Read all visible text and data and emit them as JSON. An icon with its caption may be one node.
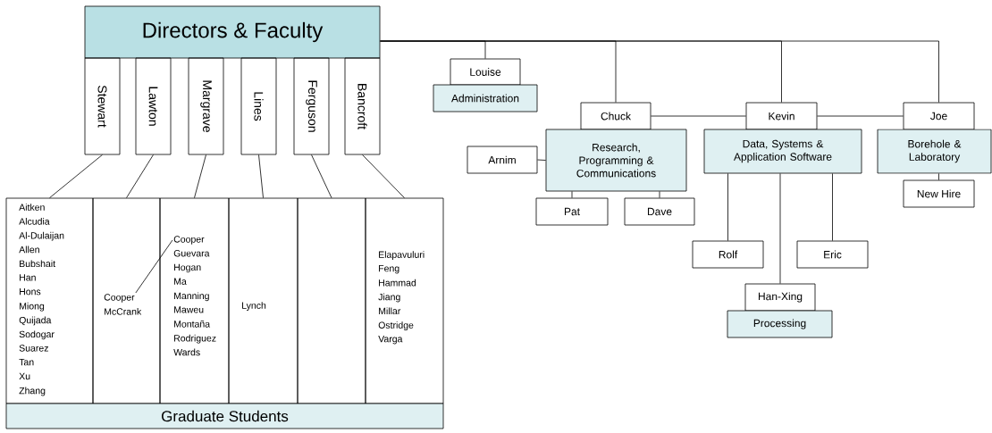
{
  "diagram": {
    "nodes": [
      {
        "text": [
          "Directors & Faculty"
        ]
      },
      {
        "text": [
          "Stewart"
        ]
      },
      {
        "text": [
          "Lawton"
        ]
      },
      {
        "text": [
          "Margrave"
        ]
      },
      {
        "text": [
          "Lines"
        ]
      },
      {
        "text": [
          "Ferguson"
        ]
      },
      {
        "text": [
          "Bancroft"
        ]
      },
      {
        "text": [
          "Aitken",
          "Alcudia",
          "Al-Dulaijan",
          "Allen",
          "Bubshait",
          "Han",
          "Hons",
          "Miong",
          "Quijada",
          "Sodogar",
          "Suarez",
          "Tan",
          "Xu",
          "Zhang"
        ]
      },
      {
        "text": [
          "Cooper",
          "McCrank"
        ]
      },
      {
        "text": [
          "Cooper",
          "Guevara",
          "Hogan",
          "Ma",
          "Manning",
          "Maweu",
          "Montaña",
          "Rodriguez",
          "Wards"
        ]
      },
      {
        "text": [
          "Lynch"
        ]
      },
      {
        "text": [],
        "shape": "box"
      },
      {
        "text": [
          "Elapavuluri",
          "Feng",
          "Hammad",
          "Jiang",
          "Millar",
          "Ostridge",
          "Varga"
        ]
      },
      {
        "text": [
          "Graduate Students"
        ]
      },
      {
        "text": [
          "Louise"
        ]
      },
      {
        "text": [
          "Administration"
        ]
      },
      {
        "text": [
          "Chuck"
        ]
      },
      {
        "text": [
          "Research, Programming & Communications"
        ]
      },
      {
        "text": [
          "Arnim"
        ]
      },
      {
        "text": [
          "Pat"
        ]
      },
      {
        "text": [
          "Dave"
        ]
      },
      {
        "text": [
          "Kevin"
        ]
      },
      {
        "text": [
          "Data, Systems & Application Software"
        ]
      },
      {
        "text": [
          "Joe"
        ]
      },
      {
        "text": [
          "Borehole & Laboratory"
        ]
      },
      {
        "text": [
          "New Hire"
        ]
      },
      {
        "text": [
          "Rolf"
        ]
      },
      {
        "text": [
          "Eric"
        ]
      },
      {
        "text": [
          "Han-Xing"
        ]
      },
      {
        "text": [
          "Processing"
        ]
      }
    ],
    "edges": [
      {
        "from": 1,
        "to": 7,
        "arrow": "none"
      },
      {
        "from": 2,
        "to": 8,
        "arrow": "none"
      },
      {
        "from": 3,
        "to": 9,
        "arrow": "none"
      },
      {
        "from": 4,
        "to": 10,
        "arrow": "none"
      },
      {
        "from": 5,
        "to": 11,
        "arrow": "none"
      },
      {
        "from": 6,
        "to": 12,
        "arrow": "none"
      },
      {
        "from": 8,
        "to": 9,
        "arrow": "none"
      },
      {
        "from": 0,
        "to": 14,
        "arrow": "none"
      },
      {
        "from": 0,
        "to": 16,
        "arrow": "none"
      },
      {
        "from": 0,
        "to": 21,
        "arrow": "none"
      },
      {
        "from": 0,
        "to": 23,
        "arrow": "none"
      },
      {
        "from": 16,
        "to": 21,
        "arrow": "none"
      },
      {
        "from": 21,
        "to": 23,
        "arrow": "none"
      },
      {
        "from": 18,
        "to": 17,
        "arrow": "none"
      },
      {
        "from": 17,
        "to": 19,
        "arrow": "none"
      },
      {
        "from": 17,
        "to": 20,
        "arrow": "none"
      },
      {
        "from": 24,
        "to": 25,
        "arrow": "none"
      },
      {
        "from": 22,
        "to": 26,
        "arrow": "none"
      },
      {
        "from": 22,
        "to": 28,
        "arrow": "none"
      },
      {
        "from": 22,
        "to": 27,
        "arrow": "none"
      }
    ]
  }
}
